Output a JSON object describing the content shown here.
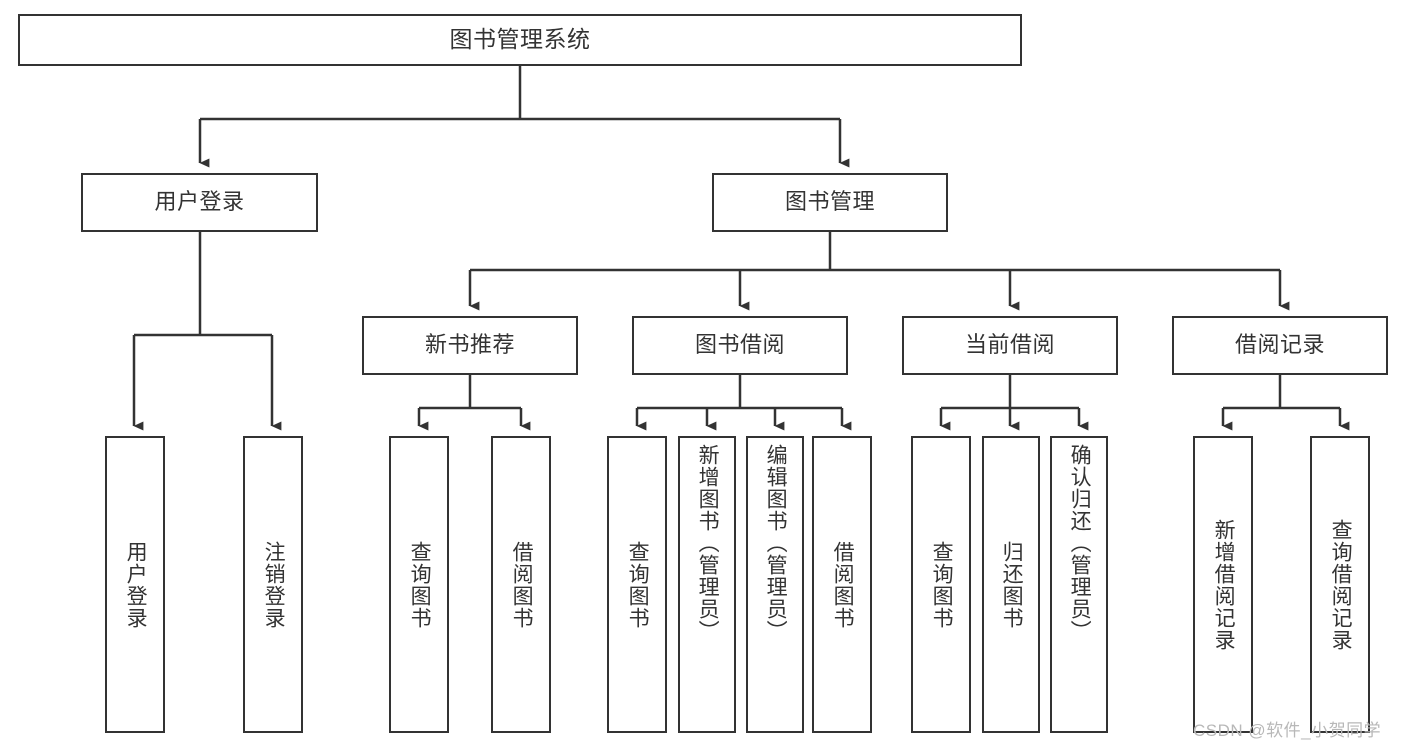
{
  "diagram": {
    "title": "图书管理系统",
    "type": "hierarchy-tree",
    "line_color": "#333333",
    "box_fill": "#ffffff",
    "text_color": "#333333"
  },
  "root": {
    "label": "图书管理系统"
  },
  "level2": [
    {
      "label": "用户登录"
    },
    {
      "label": "图书管理"
    }
  ],
  "level3": [
    {
      "label": "新书推荐"
    },
    {
      "label": "图书借阅"
    },
    {
      "label": "当前借阅"
    },
    {
      "label": "借阅记录"
    }
  ],
  "leaves": {
    "user_login": [
      {
        "label": "用户登录"
      },
      {
        "label": "注销登录"
      }
    ],
    "new_book_recommend": [
      {
        "label": "查询图书"
      },
      {
        "label": "借阅图书"
      }
    ],
    "book_borrow": [
      {
        "label": "查询图书"
      },
      {
        "label": "新增图书（管理员）"
      },
      {
        "label": "编辑图书（管理员）"
      },
      {
        "label": "借阅图书"
      }
    ],
    "current_borrow": [
      {
        "label": "查询图书"
      },
      {
        "label": "归还图书"
      },
      {
        "label": "确认归还（管理员）"
      }
    ],
    "borrow_record": [
      {
        "label": "新增借阅记录"
      },
      {
        "label": "查询借阅记录"
      }
    ]
  },
  "watermark": {
    "text": "CSDN @软件_小贺同学"
  }
}
